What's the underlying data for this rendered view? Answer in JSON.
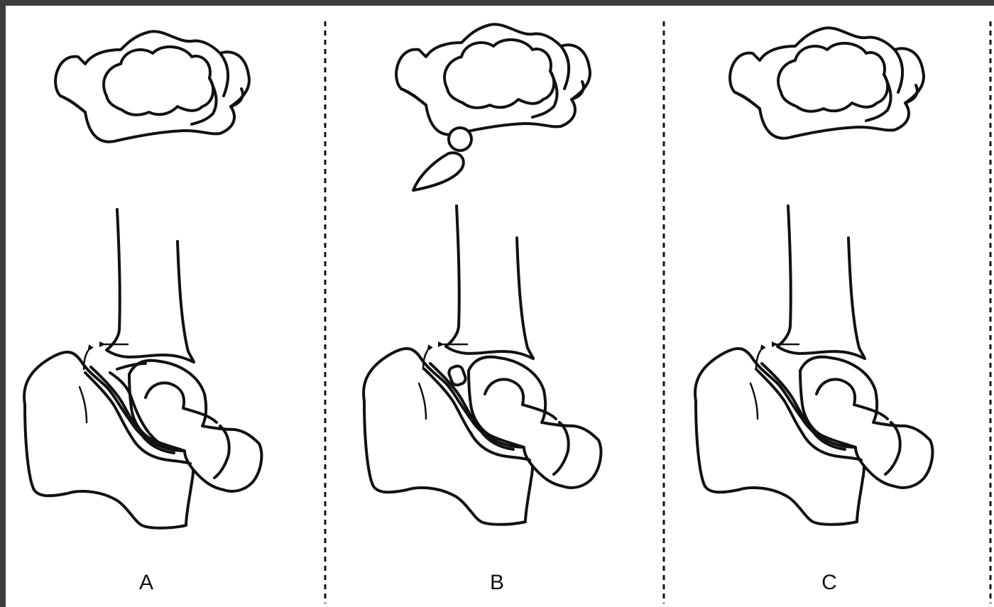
{
  "panels": [
    {
      "id": "A",
      "label": "A"
    },
    {
      "id": "B",
      "label": "B"
    },
    {
      "id": "C",
      "label": "C"
    }
  ],
  "colors": {
    "line": "#111111",
    "background": "#ffffff",
    "frame": "#3c3c3c"
  }
}
